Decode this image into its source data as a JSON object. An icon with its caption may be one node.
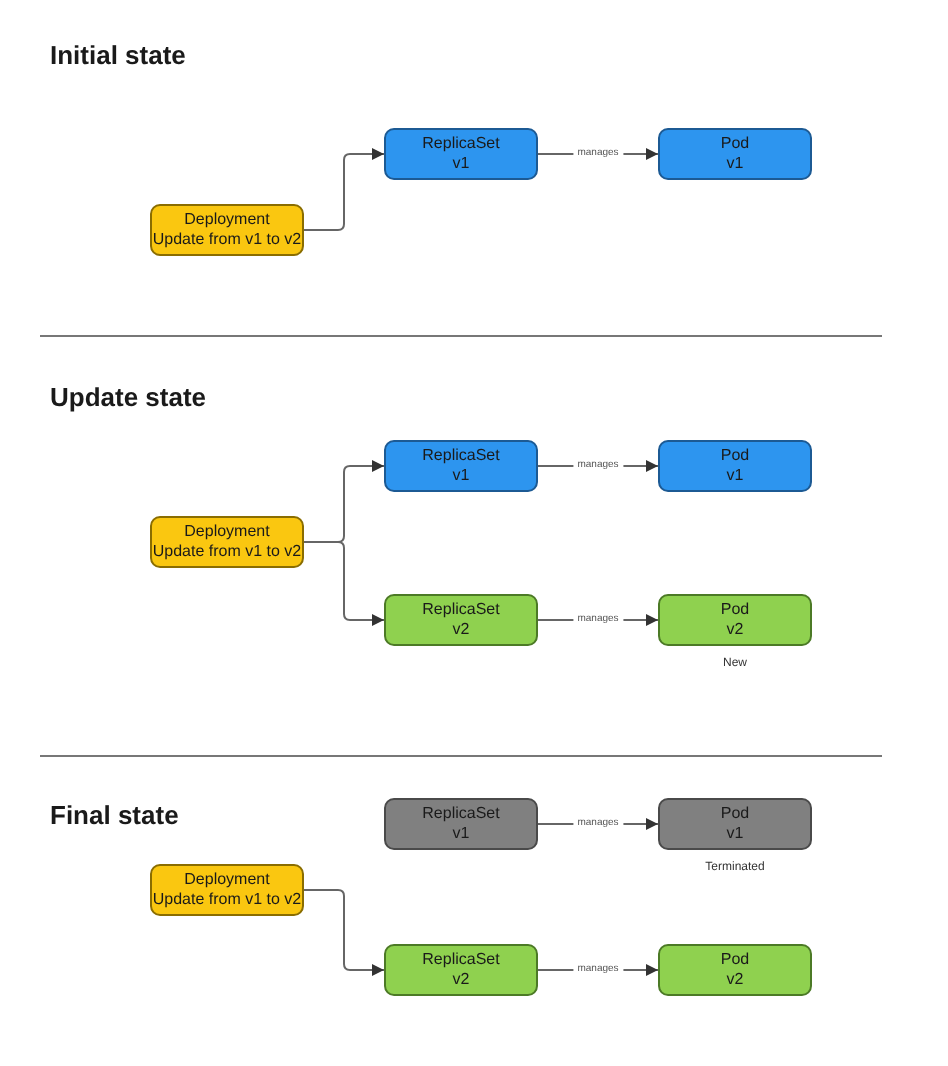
{
  "diagram": {
    "nodes": [
      {
        "text": [
          "Deployment",
          "Update from v1 to v2"
        ]
      },
      {
        "text": [
          "ReplicaSet",
          "v1"
        ]
      },
      {
        "text": [
          "Pod",
          "v1"
        ]
      },
      {
        "text": [
          "Deployment",
          "Update from v1 to v2"
        ]
      },
      {
        "text": [
          "ReplicaSet",
          "v1"
        ]
      },
      {
        "text": [
          "Pod",
          "v1"
        ]
      },
      {
        "text": [
          "ReplicaSet",
          "v2"
        ]
      },
      {
        "text": [
          "Pod",
          "v2"
        ],
        "beside": [
          "New"
        ]
      },
      {
        "text": [
          "ReplicaSet",
          "v1"
        ]
      },
      {
        "text": [
          "Pod",
          "v1"
        ],
        "beside": [
          "Terminated"
        ]
      },
      {
        "text": [
          "Deployment",
          "Update from v1 to v2"
        ]
      },
      {
        "text": [
          "ReplicaSet",
          "v2"
        ]
      },
      {
        "text": [
          "Pod",
          "v2"
        ]
      }
    ],
    "edges": [
      {
        "from": 0,
        "to": 1,
        "arrow": "to"
      },
      {
        "from": 1,
        "to": 2,
        "arrow": "to",
        "label": "manages"
      },
      {
        "from": 3,
        "to": 4,
        "arrow": "to"
      },
      {
        "from": 3,
        "to": 6,
        "arrow": "to"
      },
      {
        "from": 4,
        "to": 5,
        "arrow": "to",
        "label": "manages"
      },
      {
        "from": 6,
        "to": 7,
        "arrow": "to",
        "label": "manages"
      },
      {
        "from": 8,
        "to": 9,
        "arrow": "to",
        "label": "manages"
      },
      {
        "from": 10,
        "to": 11,
        "arrow": "to"
      },
      {
        "from": 11,
        "to": 12,
        "arrow": "to",
        "label": "manages"
      }
    ],
    "labels": [
      "Initial state",
      "Update state",
      "Final state"
    ]
  }
}
